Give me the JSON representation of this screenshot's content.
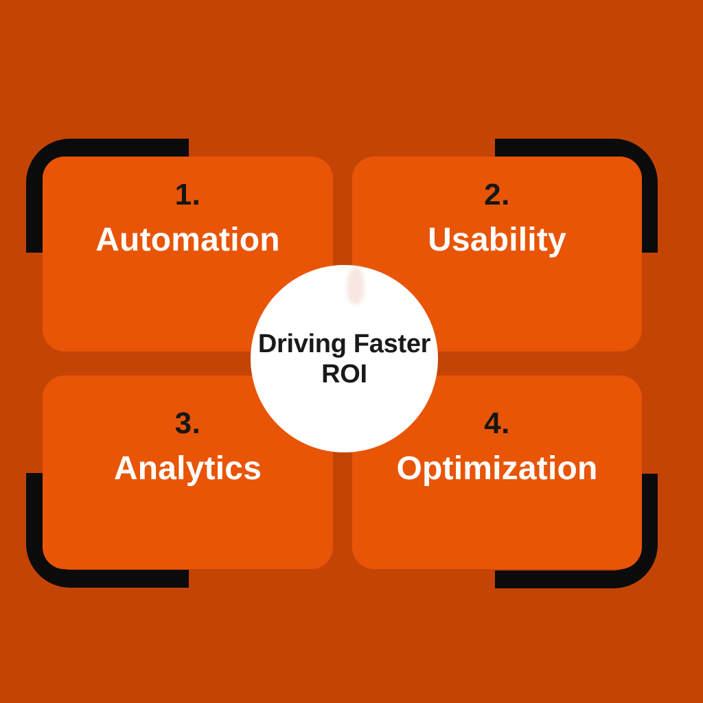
{
  "diagram": {
    "center_circle": {
      "line1": "Driving Faster",
      "line2": "ROI"
    },
    "quadrants": [
      {
        "number": "1.",
        "label": "Automation"
      },
      {
        "number": "2.",
        "label": "Usability"
      },
      {
        "number": "3.",
        "label": "Analytics"
      },
      {
        "number": "4.",
        "label": "Optimization"
      }
    ],
    "colors": {
      "background": "#C44405",
      "card_fill": "#E85506",
      "bracket": "#0B0B0B",
      "circle_fill": "#FFFFFF",
      "number_text": "#161616",
      "label_text": "#FFFFFF",
      "center_text": "#1A1A1A"
    }
  }
}
